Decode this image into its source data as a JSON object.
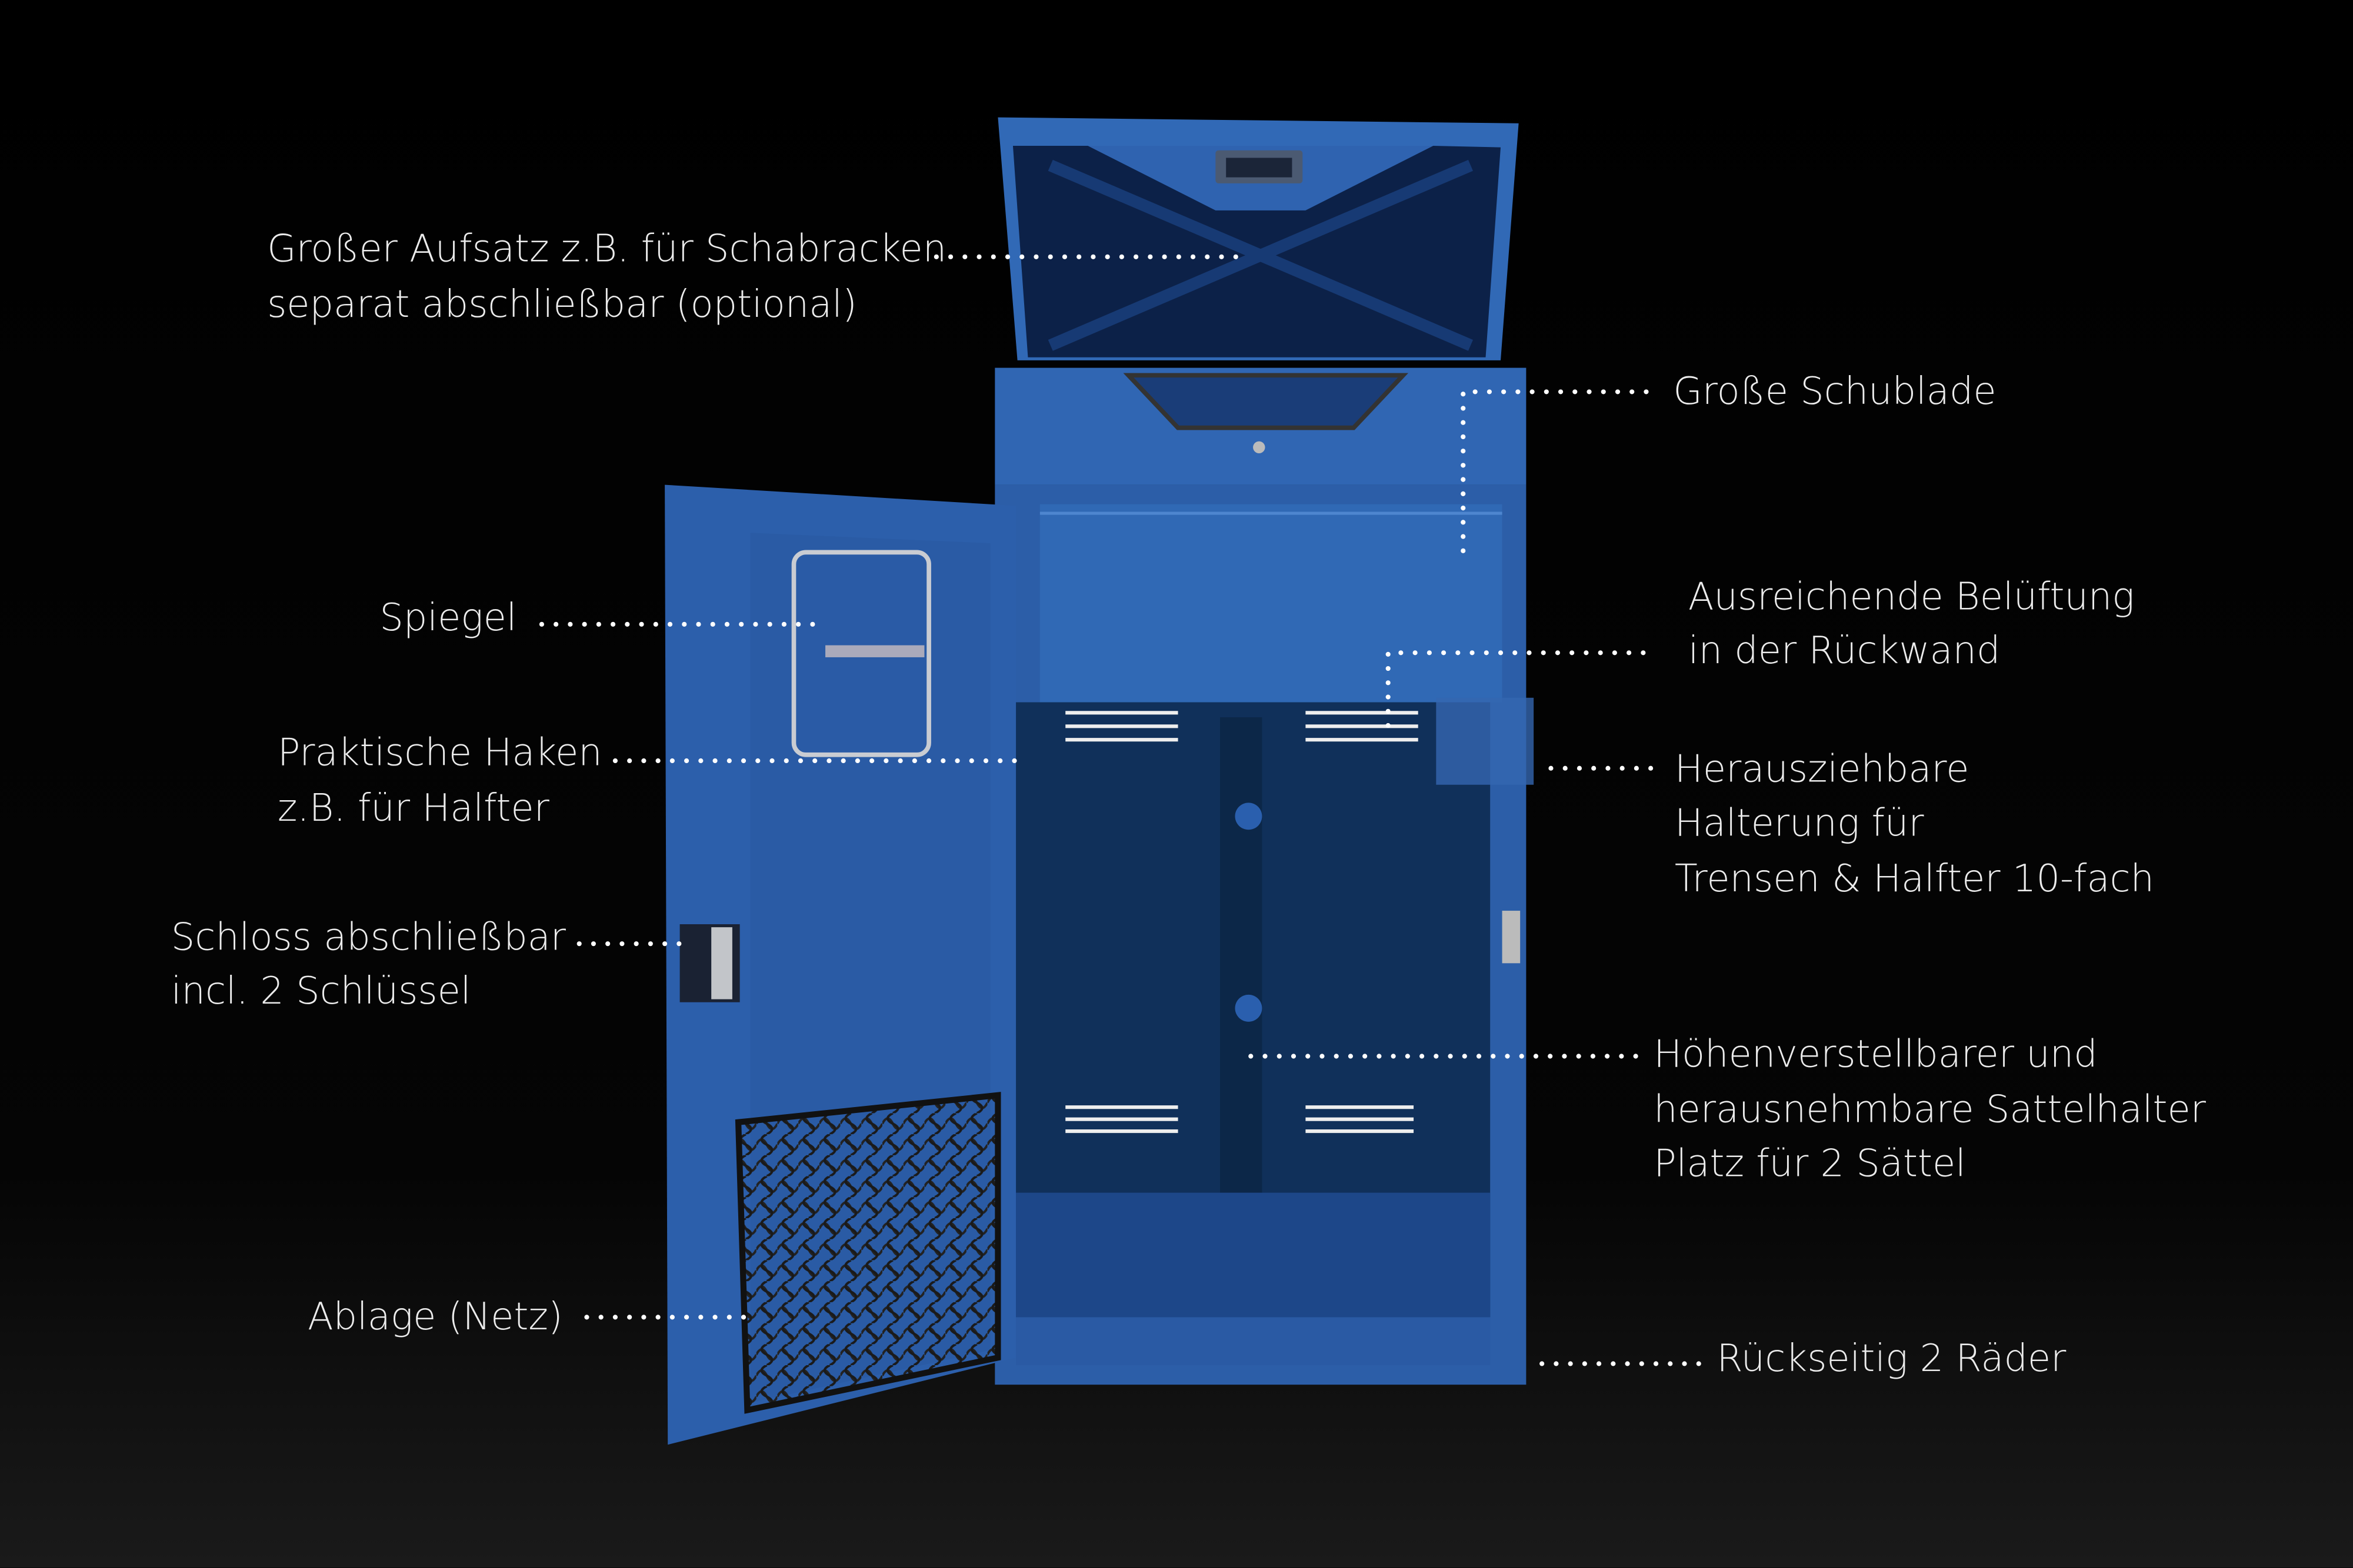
{
  "colors": {
    "background": "#000000",
    "cabinet_blue": "#2f64b2",
    "interior": "#10305a",
    "label_text": "#ececec"
  },
  "annotations": [
    {
      "id": "aufsatz",
      "lines": [
        "Großer Aufsatz z.B. für Schabracken",
        "separat abschließbar (optional)"
      ]
    },
    {
      "id": "schublade",
      "lines": [
        "Große Schublade"
      ]
    },
    {
      "id": "spiegel",
      "lines": [
        "Spiegel"
      ]
    },
    {
      "id": "haken",
      "lines": [
        "Praktische Haken",
        "z.B. für Halfter"
      ]
    },
    {
      "id": "schloss",
      "lines": [
        "Schloss abschließbar",
        "incl. 2 Schlüssel"
      ]
    },
    {
      "id": "ablage",
      "lines": [
        "Ablage (Netz)"
      ]
    },
    {
      "id": "belueftung",
      "lines": [
        "Ausreichende Belüftung",
        "in der Rückwand"
      ]
    },
    {
      "id": "halterung",
      "lines": [
        "Herausziehbare",
        "Halterung für",
        "Trensen & Halfter 10-fach"
      ]
    },
    {
      "id": "sattelhalter",
      "lines": [
        "Höhenverstellbarer und",
        "herausnehmbare Sattelhalter",
        "Platz für 2 Sättel"
      ]
    },
    {
      "id": "raeder",
      "lines": [
        "Rückseitig 2 Räder"
      ]
    }
  ]
}
